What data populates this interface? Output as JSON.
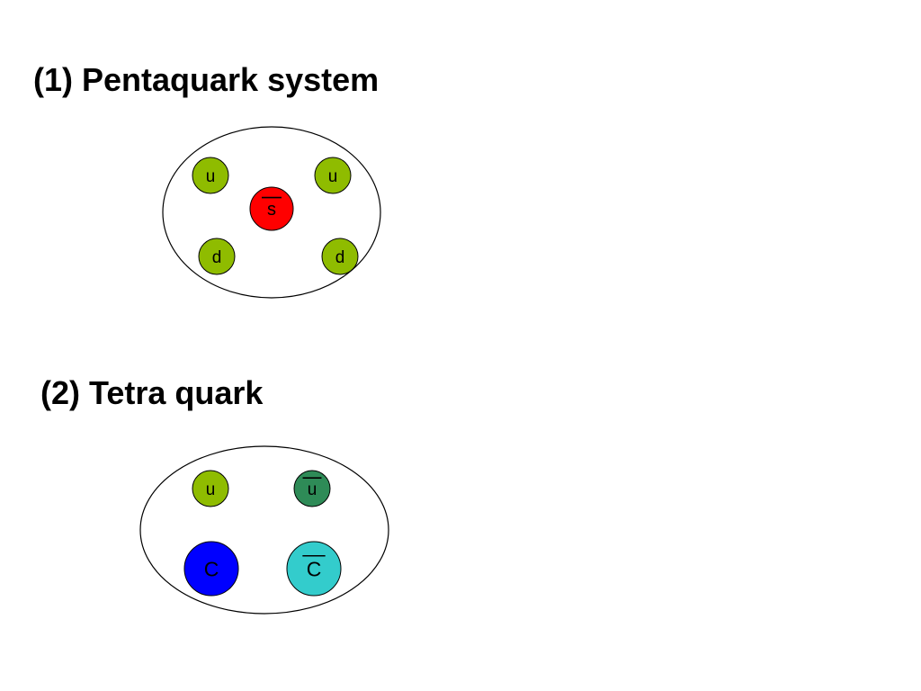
{
  "colors": {
    "background": "#ffffff",
    "boundary": "#000000",
    "quark_u": "#8fbc00",
    "quark_d": "#8fbc00",
    "quark_s_bar": "#ff0000",
    "quark_u_bar": "#2e8b57",
    "quark_c": "#0000ff",
    "quark_c_bar": "#33cccc"
  },
  "sections": [
    {
      "title": "(1) Pentaquark system",
      "quarks": [
        {
          "label": "u",
          "antiquark": false,
          "color": "#8fbc00"
        },
        {
          "label": "u",
          "antiquark": false,
          "color": "#8fbc00"
        },
        {
          "label": "s",
          "antiquark": true,
          "color": "#ff0000"
        },
        {
          "label": "d",
          "antiquark": false,
          "color": "#8fbc00"
        },
        {
          "label": "d",
          "antiquark": false,
          "color": "#8fbc00"
        }
      ]
    },
    {
      "title": "(2) Tetra quark",
      "quarks": [
        {
          "label": "u",
          "antiquark": false,
          "color": "#8fbc00"
        },
        {
          "label": "u",
          "antiquark": true,
          "color": "#2e8b57"
        },
        {
          "label": "C",
          "antiquark": false,
          "color": "#0000ff"
        },
        {
          "label": "C",
          "antiquark": true,
          "color": "#33cccc"
        }
      ]
    }
  ]
}
